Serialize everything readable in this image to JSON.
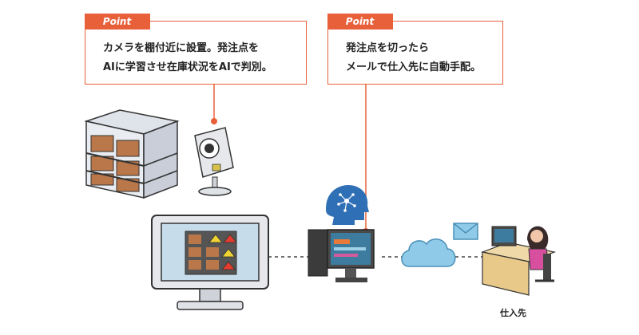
{
  "callouts": [
    {
      "tag": "Point",
      "line1": "カメラを棚付近に設置。発注点を",
      "line2": "AIに学習させ在庫状況をAIで判別。"
    },
    {
      "tag": "Point",
      "line1": "発注点を切ったら",
      "line2": "メールで仕入先に自動手配。"
    }
  ],
  "labels": {
    "supplier": "仕入先"
  },
  "colors": {
    "accent": "#e8603a",
    "cloud": "#8fcbe8",
    "ai": "#2f6fb5",
    "shelf": "#b9774a"
  },
  "icons": [
    "shelf-icon",
    "camera-icon",
    "monitor-icon",
    "ai-head-icon",
    "server-pc-icon",
    "cloud-icon",
    "mail-icon",
    "supplier-desk-icon"
  ]
}
